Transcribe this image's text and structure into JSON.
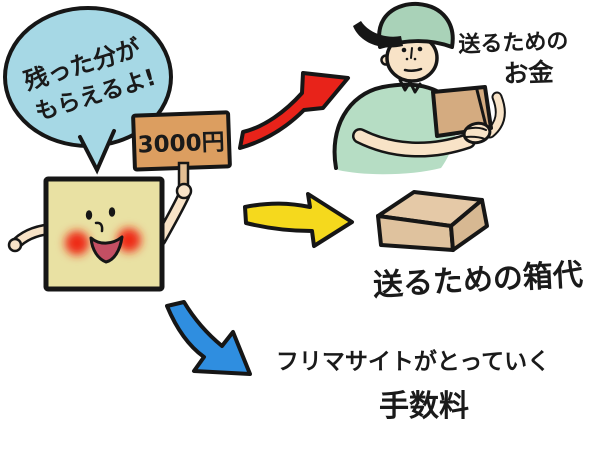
{
  "bubble": {
    "line1": "残った分が",
    "line2": "もらえるよ!"
  },
  "sign": {
    "label": "3000円"
  },
  "labels": {
    "shipping_money_line1": "送るための",
    "shipping_money_line2": "お金",
    "box_cost": "送るための箱代",
    "fee_line1": "フリマサイトがとっていく",
    "fee_line2": "手数料"
  },
  "colors": {
    "bubble_fill": "#a6d8e5",
    "sign_fill": "#dc9e60",
    "character_fill": "#e9e1a3",
    "skin": "#f8e3c7",
    "stick": "#e2bd92",
    "blush": "#ee2a12",
    "mouth": "#c44f63",
    "red_arrow": "#e8231a",
    "yellow_arrow": "#f5d91d",
    "blue_arrow": "#2f8ee0",
    "cap_green": "#a9d2b8",
    "shirt_green": "#b6ddc4",
    "held_box": "#d4ab80",
    "cardboard_top": "#e5c9a7",
    "cardboard_front": "#dfc29e",
    "cardboard_side": "#d7b892"
  }
}
